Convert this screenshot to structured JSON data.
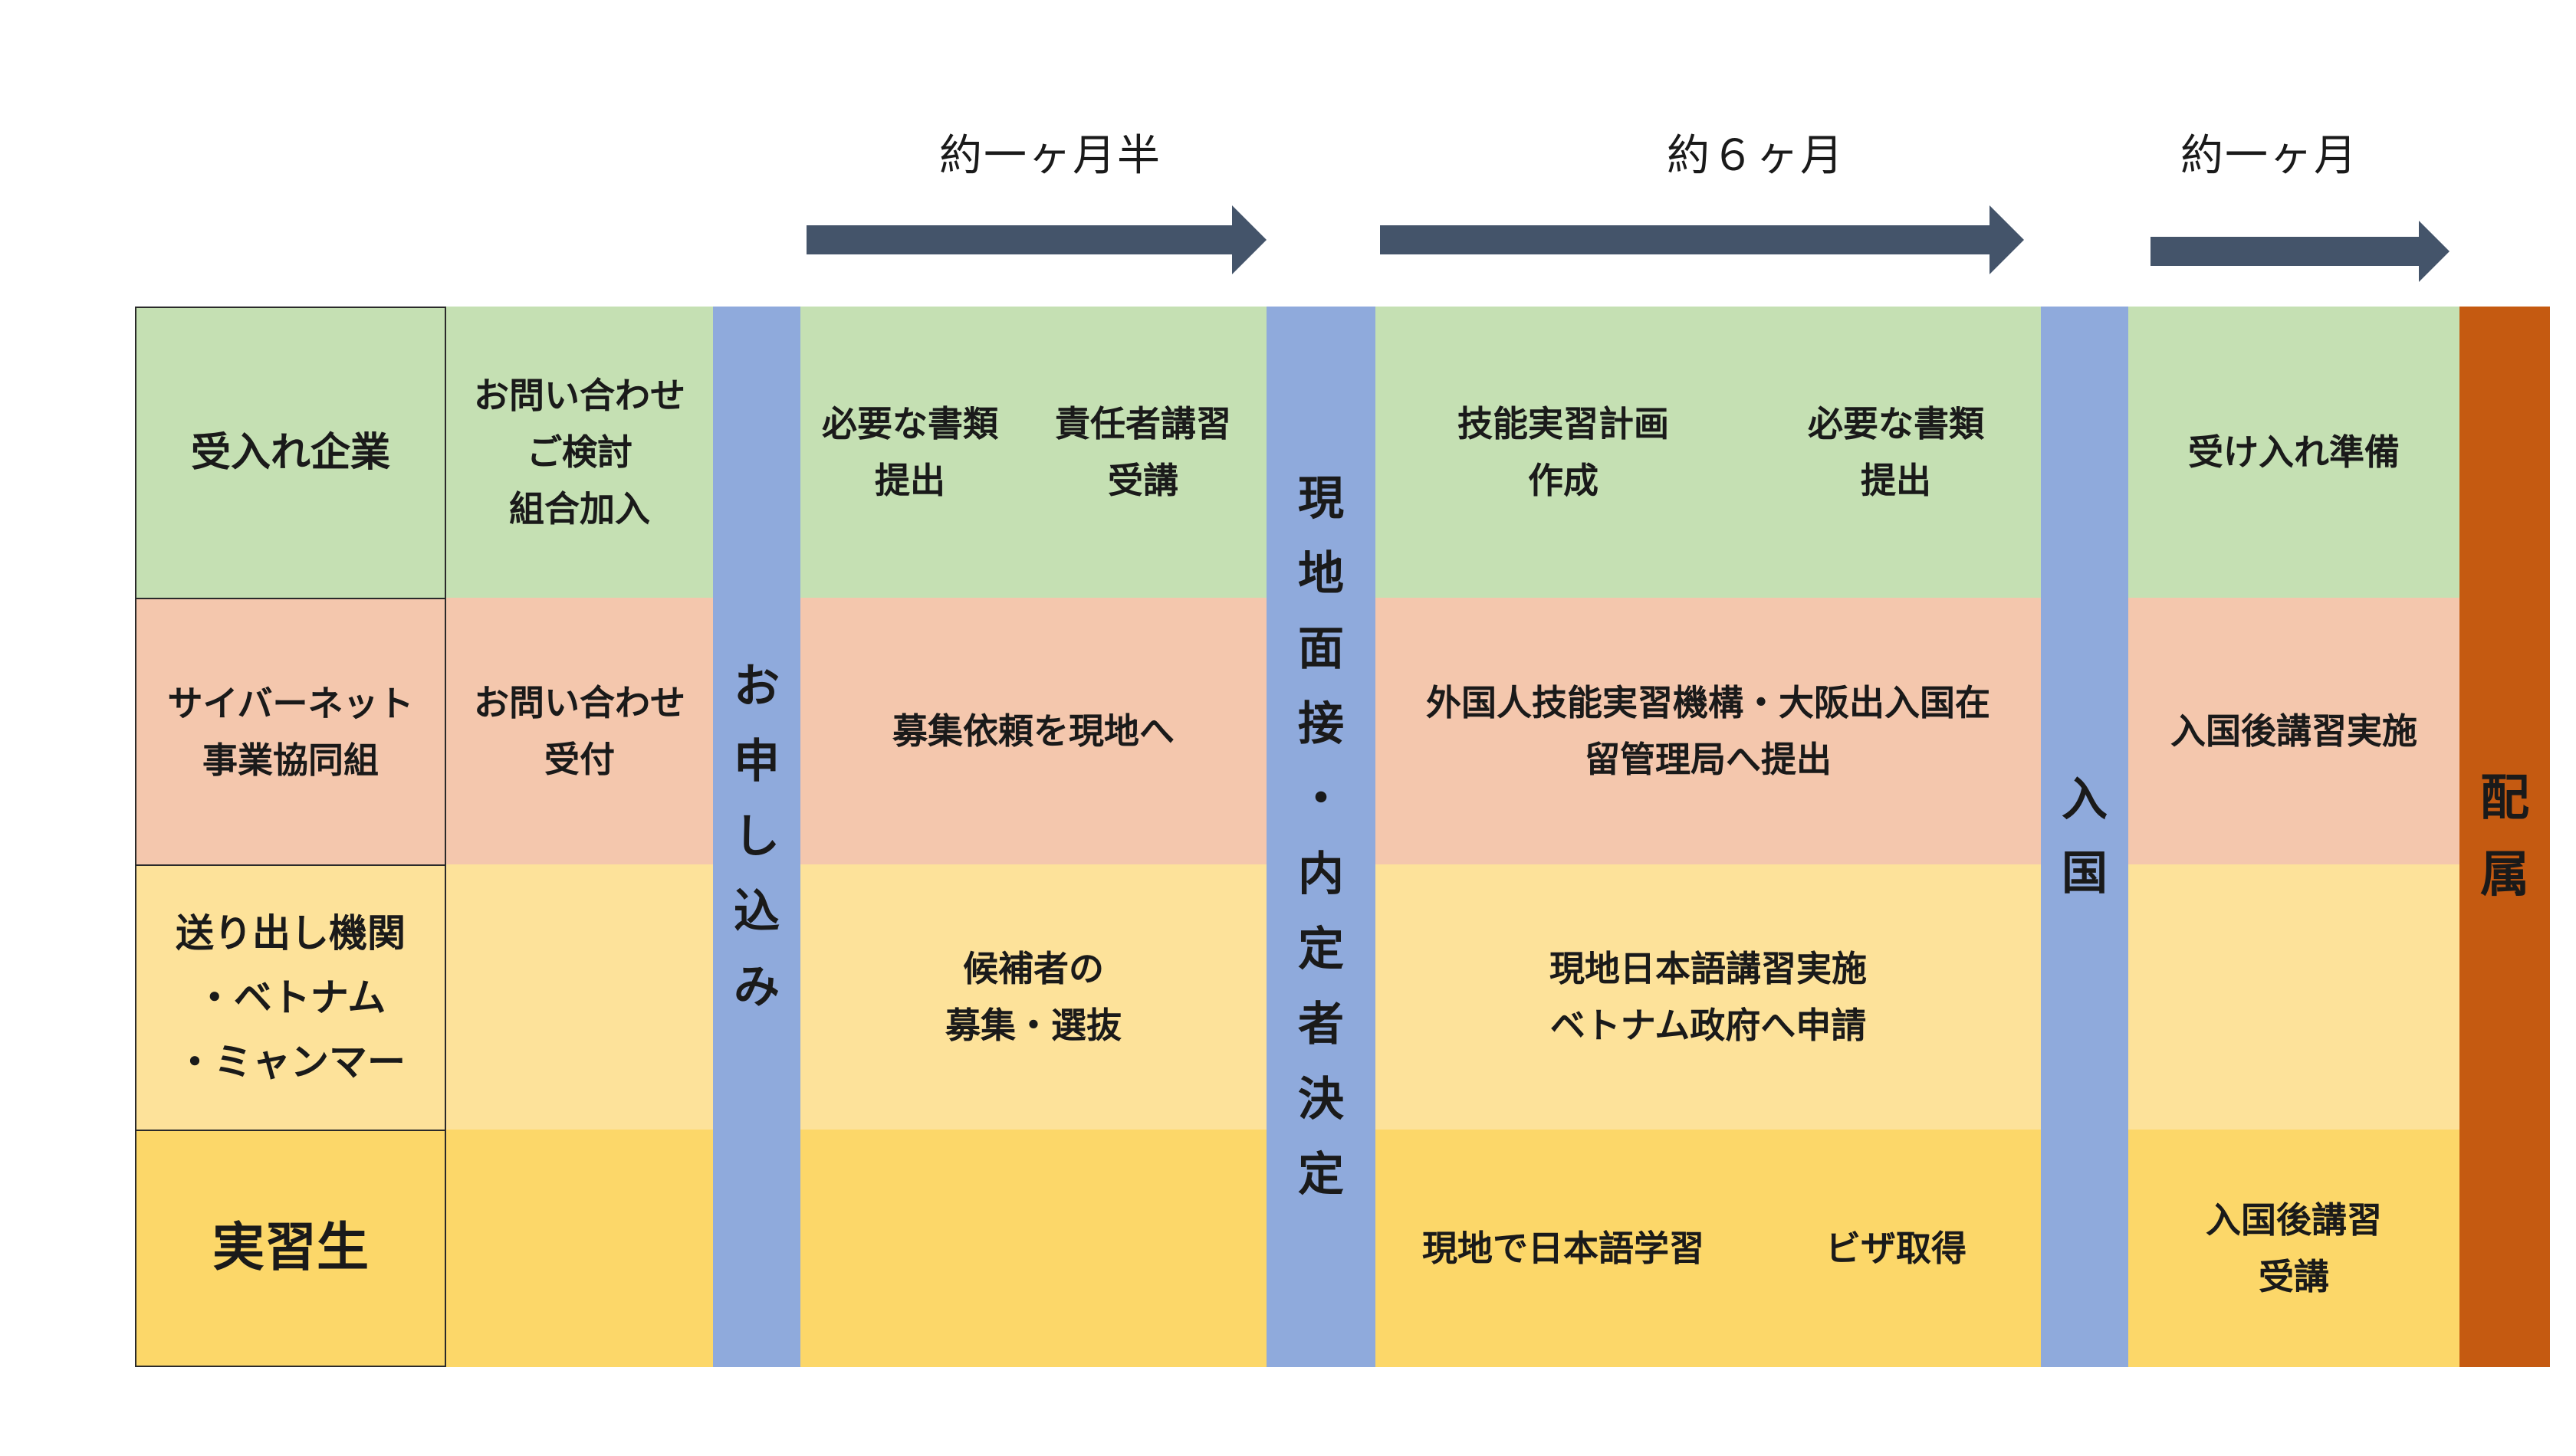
{
  "durations": {
    "d1": "約一ヶ月半",
    "d2": "約６ヶ月",
    "d3": "約一ヶ月"
  },
  "rows": {
    "r1": "受入れ企業",
    "r2": "サイバーネット\n事業協同組",
    "r3": "送り出し機関\n・ベトナム\n・ミャンマー",
    "r4": "実習生"
  },
  "stages": {
    "s1": "お\n申\nし\n込\nみ",
    "s2": "現\n地\n面\n接\n・\n内\n定\n者\n決\n定",
    "s3": "入\n国",
    "s4": "配\n属"
  },
  "cells": {
    "company_inquiry": "お問い合わせ\nご検討\n組合加入",
    "company_docs1": "必要な書類\n提出",
    "company_training": "責任者講習\n受講",
    "company_plan": "技能実習計画\n作成",
    "company_docs2": "必要な書類\n提出",
    "company_prep": "受け入れ準備",
    "coop_inquiry": "お問い合わせ\n受付",
    "coop_request": "募集依頼を現地へ",
    "coop_submit": "外国人技能実習機構・大阪出入国在\n留管理局へ提出",
    "coop_training": "入国後講習実施",
    "agency_recruit": "候補者の\n募集・選抜",
    "agency_japanese": "現地日本語講習実施\nベトナム政府へ申請",
    "trainee_study": "現地で日本語学習",
    "trainee_visa": "ビザ取得",
    "trainee_training": "入国後講習\n受講"
  },
  "colors": {
    "arrow": "#44546a",
    "stage": "#8faadc",
    "assignment": "#c55a11",
    "row_company": "#c5e0b3",
    "row_coop": "#f4c7ad",
    "row_agency": "#fde29a",
    "row_trainee": "#fcd769"
  }
}
